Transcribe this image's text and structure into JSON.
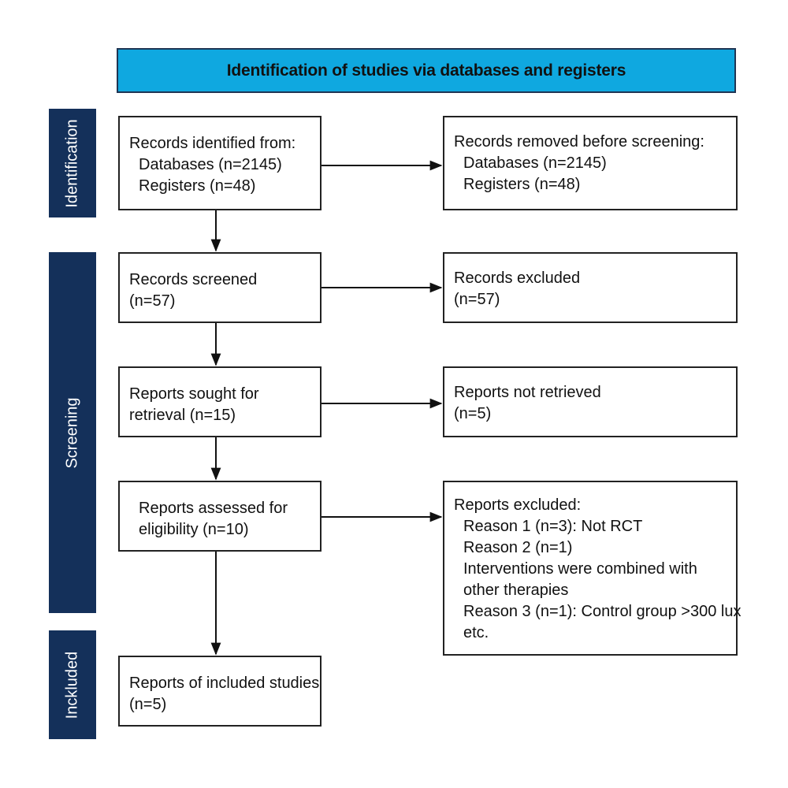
{
  "header": {
    "title": "Identification of studies via databases and registers"
  },
  "stages": {
    "identification": "Identification",
    "screening": "Screening",
    "included": "Inckluded"
  },
  "boxes": {
    "identified": {
      "title": "Records identified from:",
      "lines": [
        "Databases (n=2145)",
        "Registers (n=48)"
      ]
    },
    "removed": {
      "title": "Records removed before screening:",
      "lines": [
        "Databases (n=2145)",
        "Registers (n=48)"
      ]
    },
    "screened": {
      "title": "Records screened",
      "lines": [
        "(n=57)"
      ]
    },
    "excluded": {
      "title": "Records excluded",
      "lines": [
        "(n=57)"
      ]
    },
    "sought": {
      "title": "Reports sought for",
      "lines": [
        "retrieval (n=15)"
      ]
    },
    "not_retrieved": {
      "title": "Reports not retrieved",
      "lines": [
        "(n=5)"
      ]
    },
    "assessed": {
      "title": "Reports assessed for",
      "lines": [
        "eligibility (n=10)"
      ]
    },
    "reports_excluded": {
      "title": "Reports excluded:",
      "lines": [
        "Reason 1 (n=3): Not RCT",
        "Reason 2 (n=1)",
        "Interventions were combined with",
        "other therapies",
        "Reason 3 (n=1): Control group >300 lux",
        "etc."
      ]
    },
    "included": {
      "title": "Reports of included studies",
      "lines": [
        "(n=5)"
      ]
    }
  },
  "colors": {
    "header_fill": "#0fa8e0",
    "stage_fill": "#14305a",
    "border": "#222222"
  }
}
